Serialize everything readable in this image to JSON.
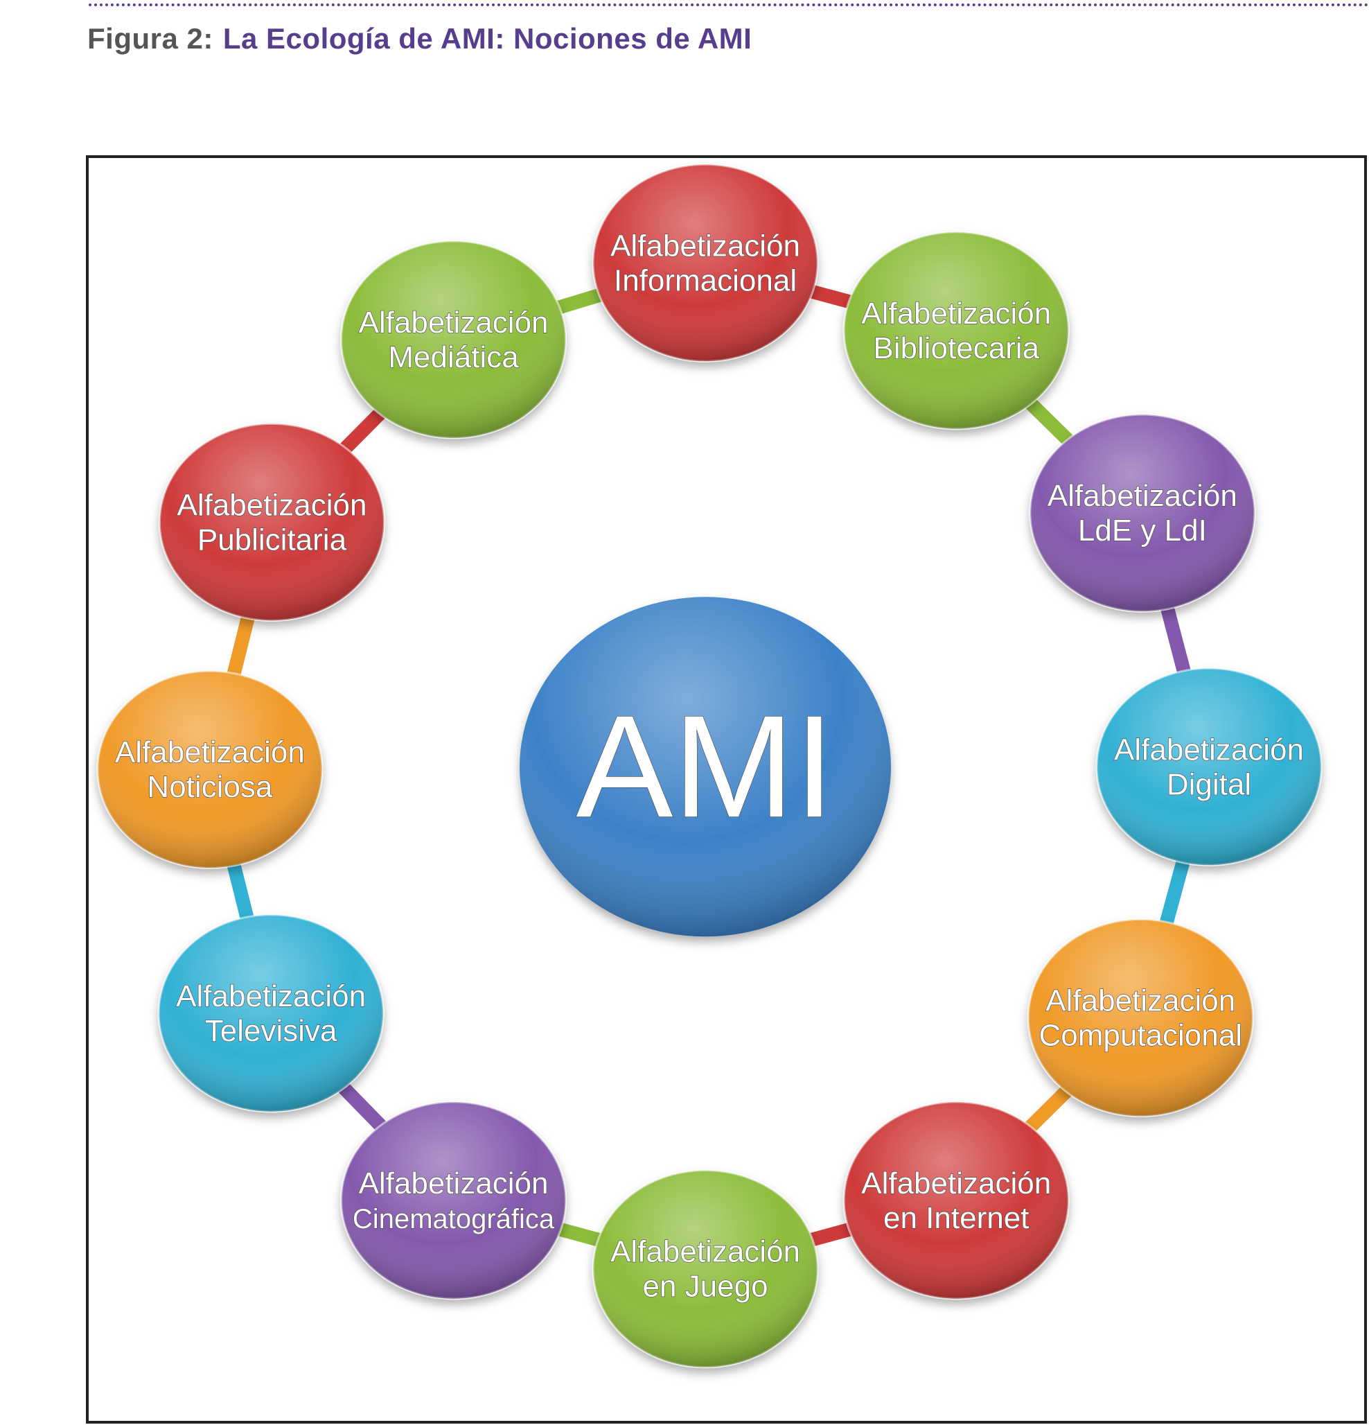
{
  "figure": {
    "number_label": "Figura 2:",
    "title": "La Ecología de AMI: Nociones de AMI"
  },
  "center": {
    "label": "AMI",
    "color": "#3d82c8"
  },
  "nodes": [
    {
      "line1": "Alfabetización",
      "line2": "Informacional",
      "color": "#cf3a3a"
    },
    {
      "line1": "Alfabetización",
      "line2": "Bibliotecaria",
      "color": "#8cbc3a"
    },
    {
      "line1": "Alfabetización",
      "line2": "LdE y LdI",
      "color": "#8459ad"
    },
    {
      "line1": "Alfabetización",
      "line2": "Digital",
      "color": "#31b1d4"
    },
    {
      "line1": "Alfabetización",
      "line2": "Computacional",
      "color": "#f09a28"
    },
    {
      "line1": "Alfabetización",
      "line2": "en Internet",
      "color": "#cf3a3a"
    },
    {
      "line1": "Alfabetización",
      "line2": "en Juego",
      "color": "#8cbc3a"
    },
    {
      "line1": "Alfabetización",
      "line2": "Cinematográfica",
      "color": "#8459ad"
    },
    {
      "line1": "Alfabetización",
      "line2": "Televisiva",
      "color": "#31b1d4"
    },
    {
      "line1": "Alfabetización",
      "line2": "Noticiosa",
      "color": "#f09a28"
    },
    {
      "line1": "Alfabetización",
      "line2": "Publicitaria",
      "color": "#cf3a3a"
    },
    {
      "line1": "Alfabetización",
      "line2": "Mediática",
      "color": "#8cbc3a"
    }
  ],
  "connector_colors": [
    "#cf3a3a",
    "#8cbc3a",
    "#8459ad",
    "#31b1d4",
    "#f09a28",
    "#cf3a3a",
    "#8cbc3a",
    "#8459ad",
    "#31b1d4",
    "#f09a28",
    "#cf3a3a",
    "#8cbc3a"
  ]
}
